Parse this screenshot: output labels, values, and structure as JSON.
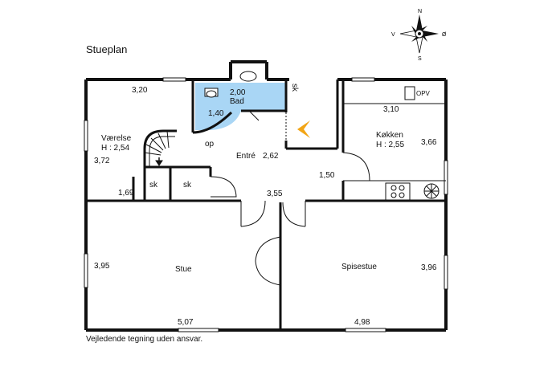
{
  "title": "Stueplan",
  "footer": "Vejledende tegning uden ansvar.",
  "compass": {
    "n": "N",
    "s": "S",
    "v": "V",
    "o": "Ø"
  },
  "rooms": {
    "vaerelse": {
      "name": "Værelse",
      "height": "H : 2,54",
      "dim_top": "3,20",
      "dim_side": "3,72",
      "dim_bottom": "1,69"
    },
    "bad": {
      "name": "Bad",
      "dim_a": "2,00",
      "dim_b": "1,40"
    },
    "entre": {
      "name": "Entré",
      "dim": "2,62",
      "dim_b": "1,50",
      "dim_c": "3,55",
      "op": "op"
    },
    "kokken": {
      "name": "Køkken",
      "height": "H : 2,55",
      "dim_top": "3,10",
      "dim_side": "3,66",
      "opv": "OPV"
    },
    "stue": {
      "name": "Stue",
      "dim_side": "3,95",
      "dim_bottom": "5,07"
    },
    "spisestue": {
      "name": "Spisestue",
      "dim_side": "3,96",
      "dim_bottom": "4,98"
    },
    "sk": [
      "sk",
      "sk",
      "sk"
    ]
  },
  "colors": {
    "wall": "#111111",
    "bath": "#a9d6f5",
    "arrow": "#f2a516",
    "window": "#cfcfcf"
  }
}
